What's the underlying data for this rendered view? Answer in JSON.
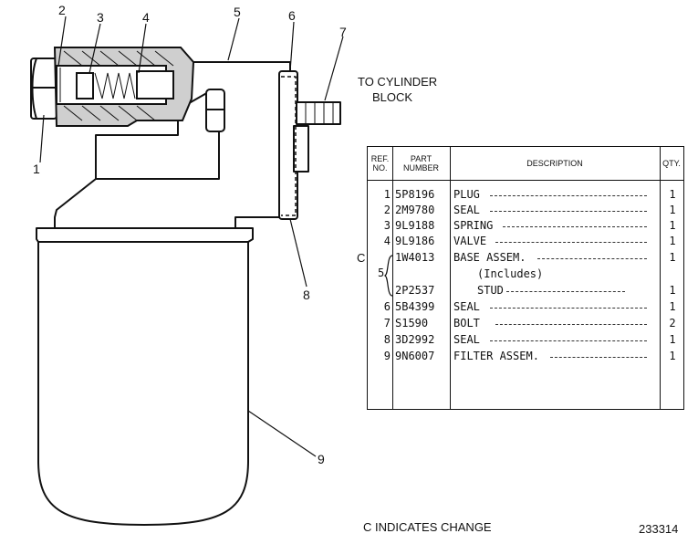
{
  "callouts": [
    "1",
    "2",
    "3",
    "4",
    "5",
    "6",
    "7",
    "8",
    "9"
  ],
  "connection_label": {
    "line1": "TO CYLINDER",
    "line2": "BLOCK"
  },
  "table": {
    "headers": {
      "ref": "REF. NO.",
      "part": "PART NUMBER",
      "description": "DESCRIPTION",
      "qty": "QTY."
    },
    "rows": [
      {
        "ref": "1",
        "part": "5P8196",
        "description": "PLUG",
        "qty": "1"
      },
      {
        "ref": "2",
        "part": "2M9780",
        "description": "SEAL",
        "qty": "1"
      },
      {
        "ref": "3",
        "part": "9L9188",
        "description": "SPRING",
        "qty": "1"
      },
      {
        "ref": "4",
        "part": "9L9186",
        "description": "VALVE",
        "qty": "1"
      },
      {
        "ref": "",
        "part": "1W4013",
        "description": "BASE ASSEM.",
        "qty": "1"
      },
      {
        "ref": "",
        "part": "",
        "description": "(Includes)",
        "qty": ""
      },
      {
        "ref": "",
        "part": "2P2537",
        "description": "STUD",
        "qty": "1"
      },
      {
        "ref": "6",
        "part": "5B4399",
        "description": "SEAL",
        "qty": "1"
      },
      {
        "ref": "7",
        "part": "S1590",
        "description": "BOLT",
        "qty": "2"
      },
      {
        "ref": "8",
        "part": "3D2992",
        "description": "SEAL",
        "qty": "1"
      },
      {
        "ref": "9",
        "part": "9N6007",
        "description": "FILTER ASSEM.",
        "qty": "1"
      }
    ],
    "group_ref": "5",
    "change_marker": "C"
  },
  "footer": {
    "note": "C INDICATES CHANGE",
    "drawing_id": "233314"
  }
}
